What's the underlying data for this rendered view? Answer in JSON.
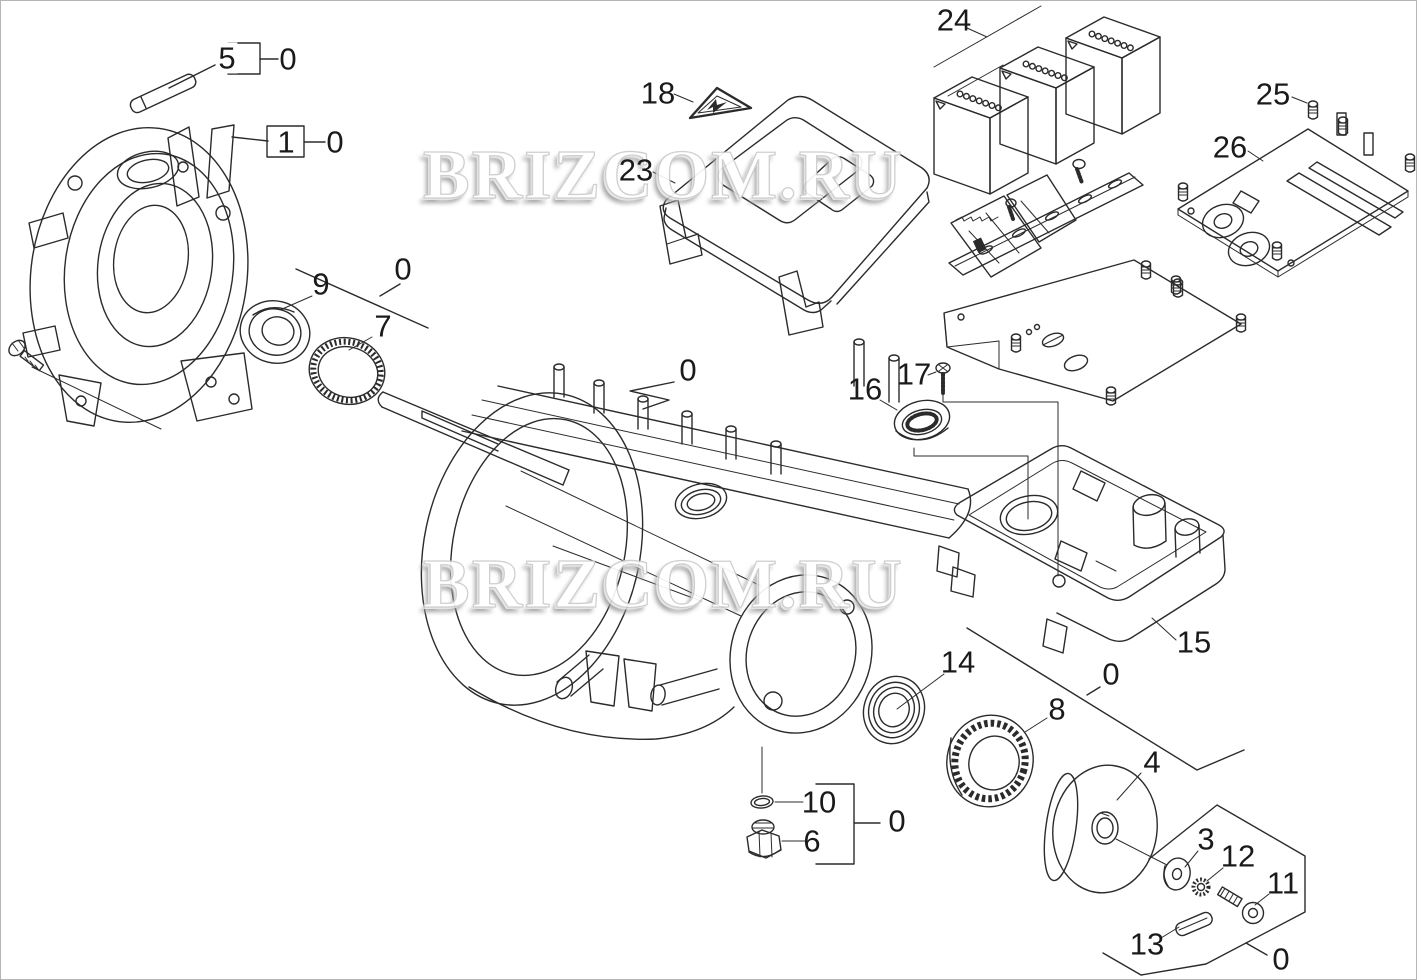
{
  "watermark": {
    "text": "BRIZCOM.RU"
  },
  "colors": {
    "background": "#ffffff",
    "line": "#2b2b2b",
    "label": "#1a1a1a",
    "watermark_fill": "#ffffff",
    "watermark_shadow": "#9e9e9e"
  },
  "callouts": {
    "n1": "1",
    "n3": "3",
    "n4": "4",
    "n5": "5",
    "n6": "6",
    "n7": "7",
    "n8": "8",
    "n9": "9",
    "n10": "10",
    "n11": "11",
    "n12": "12",
    "n13": "13",
    "n14": "14",
    "n15": "15",
    "n16": "16",
    "n17": "17",
    "n18": "18",
    "n23": "23",
    "n24": "24",
    "n25": "25",
    "n26": "26",
    "zero": "0"
  }
}
